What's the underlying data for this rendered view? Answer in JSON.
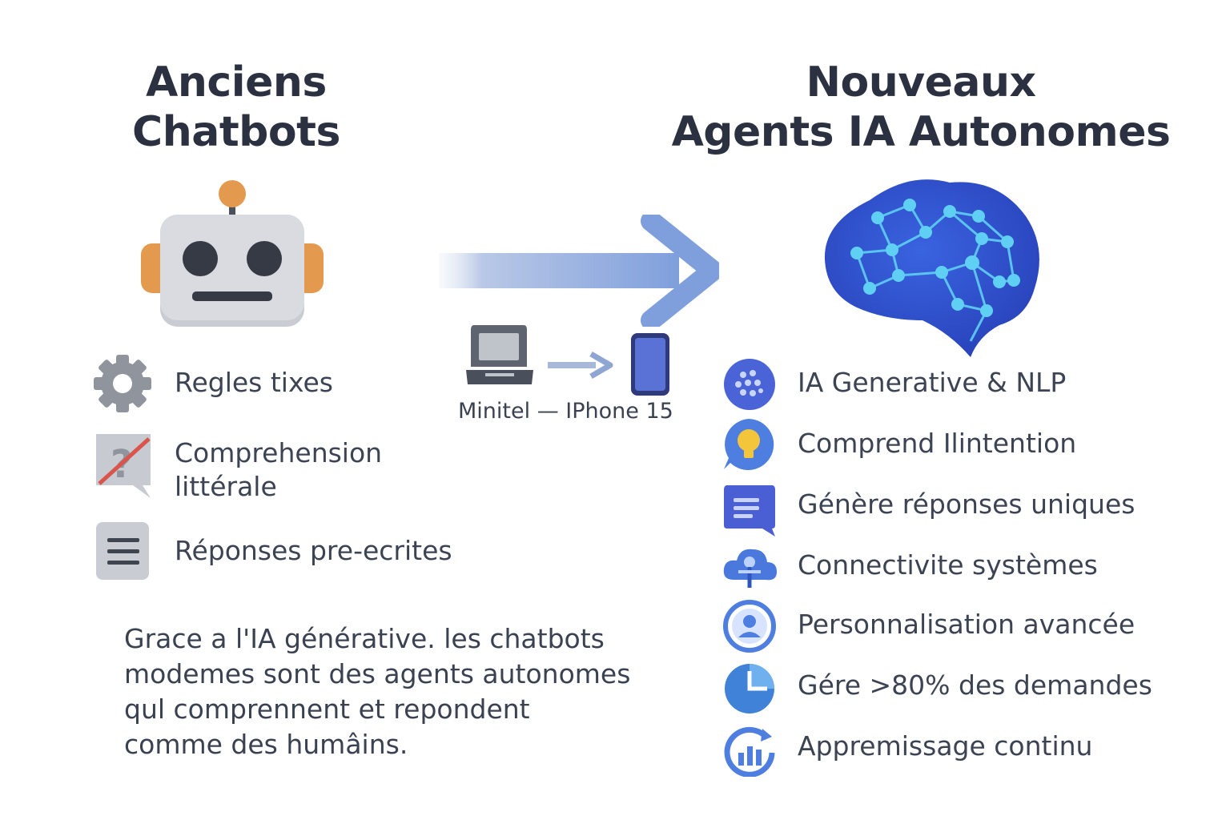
{
  "left": {
    "title_line1": "Anciens",
    "title_line2": "Chatbots",
    "items": [
      {
        "icon": "gear-icon",
        "label": "Regles tixes"
      },
      {
        "icon": "question-bubble-icon",
        "label_line1": "Comprehension",
        "label_line2": "littérale"
      },
      {
        "icon": "document-lines-icon",
        "label": "Réponses pre-ecrites"
      }
    ],
    "paragraph": [
      "Grace a l'IA générative. les chatbots",
      "modemes sont des agents autonomes",
      "qul comprennent et repondent",
      "comme des humâins."
    ]
  },
  "middle": {
    "caption": "Minitel — IPhone 15"
  },
  "right": {
    "title_line1": "Nouveaux",
    "title_line2": "Agents IA Autonomes",
    "items": [
      {
        "icon": "dots-circle-icon",
        "label": "IA Generative & NLP"
      },
      {
        "icon": "lightbulb-bubble-icon",
        "label": "Comprend Ilintention"
      },
      {
        "icon": "message-lines-icon",
        "label": "Génère réponses uniques"
      },
      {
        "icon": "cloud-network-icon",
        "label": "Connectivite systèmes"
      },
      {
        "icon": "user-circle-icon",
        "label": "Personnalisation avancée"
      },
      {
        "icon": "pie-clock-icon",
        "label": "Gére >80% des demandes"
      },
      {
        "icon": "learning-cycle-icon",
        "label": "Appremissage continu"
      }
    ]
  },
  "colors": {
    "title": "#2b3140",
    "text": "#3a4252",
    "robot_body": "#d7d9de",
    "robot_accent": "#e39a4e",
    "arrow": "#7f9fdc",
    "brain": "#2f4fc9",
    "node": "#56c9f0"
  }
}
